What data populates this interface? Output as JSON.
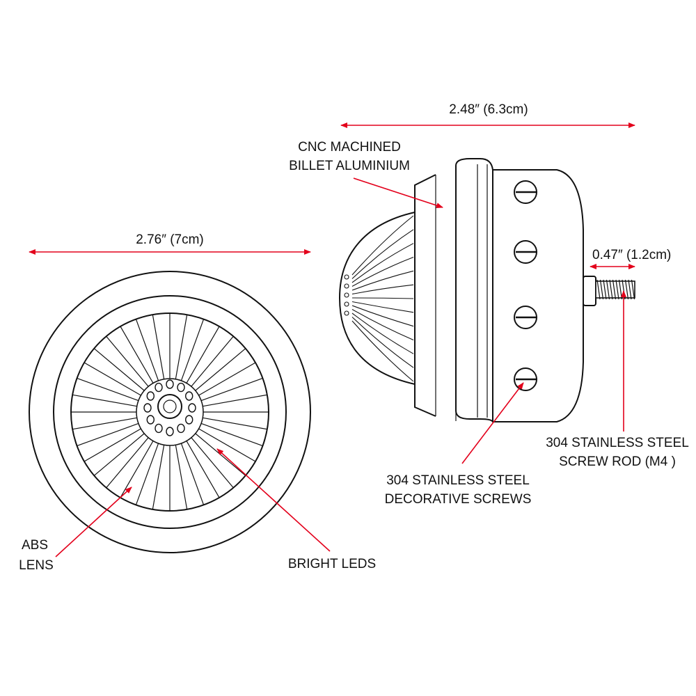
{
  "dimensions": {
    "front_width": "2.76″ (7cm)",
    "side_length": "2.48″ (6.3cm)",
    "rod_length": "0.47″ (1.2cm)"
  },
  "callouts": {
    "body_line1": "CNC MACHINED",
    "body_line2": "BILLET ALUMINIUM",
    "screws_line1": "304 STAINLESS STEEL",
    "screws_line2": "DECORATIVE SCREWS",
    "rod_line1": "304 STAINLESS STEEL",
    "rod_line2": "SCREW ROD (M4 )",
    "lens_line1": "ABS",
    "lens_line2": "LENS",
    "leds": "BRIGHT LEDS"
  },
  "colors": {
    "line": "#111111",
    "arrow": "#e3001b",
    "background": "#ffffff"
  },
  "figure": {
    "front_view": {
      "spoke_count": 36,
      "led_count": 12
    },
    "side_view": {
      "screw_count": 4,
      "lens_rib_count": 13,
      "thread_count": 12
    }
  }
}
